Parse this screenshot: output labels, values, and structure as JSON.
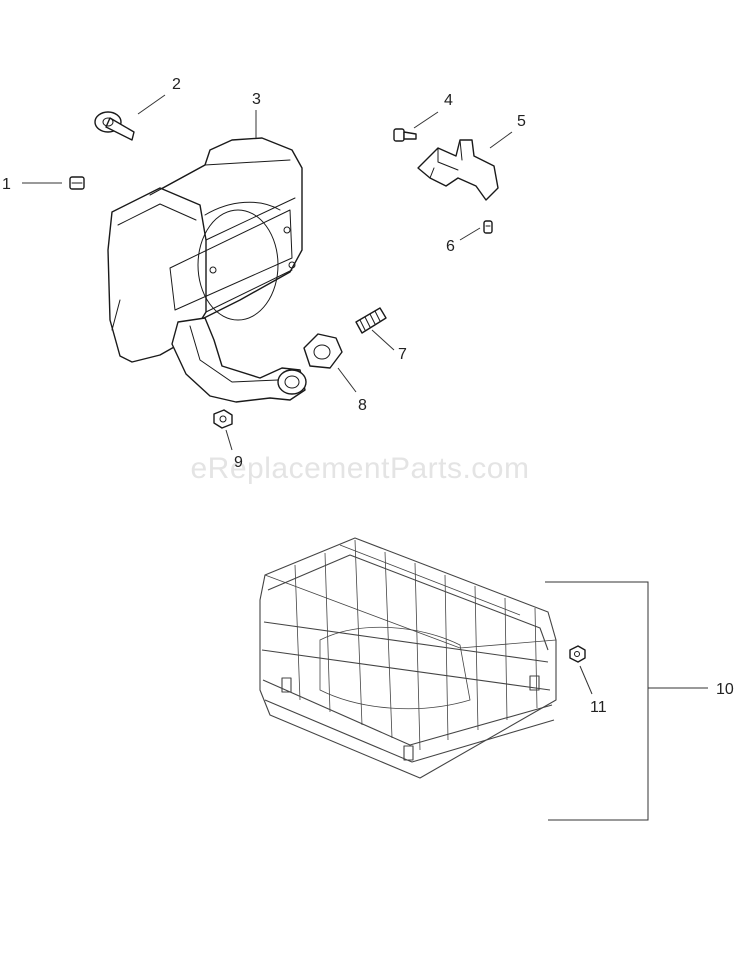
{
  "watermark": "eReplacementParts.com",
  "callouts": [
    {
      "id": "1",
      "label": "1"
    },
    {
      "id": "2",
      "label": "2"
    },
    {
      "id": "3",
      "label": "3"
    },
    {
      "id": "4",
      "label": "4"
    },
    {
      "id": "5",
      "label": "5"
    },
    {
      "id": "6",
      "label": "6"
    },
    {
      "id": "7",
      "label": "7"
    },
    {
      "id": "8",
      "label": "8"
    },
    {
      "id": "9",
      "label": "9"
    },
    {
      "id": "10",
      "label": "10"
    },
    {
      "id": "11",
      "label": "11"
    }
  ],
  "colors": {
    "line": "#1a1a1a",
    "guard": "#444444",
    "watermark": "#e4e4e4",
    "background": "#ffffff"
  }
}
